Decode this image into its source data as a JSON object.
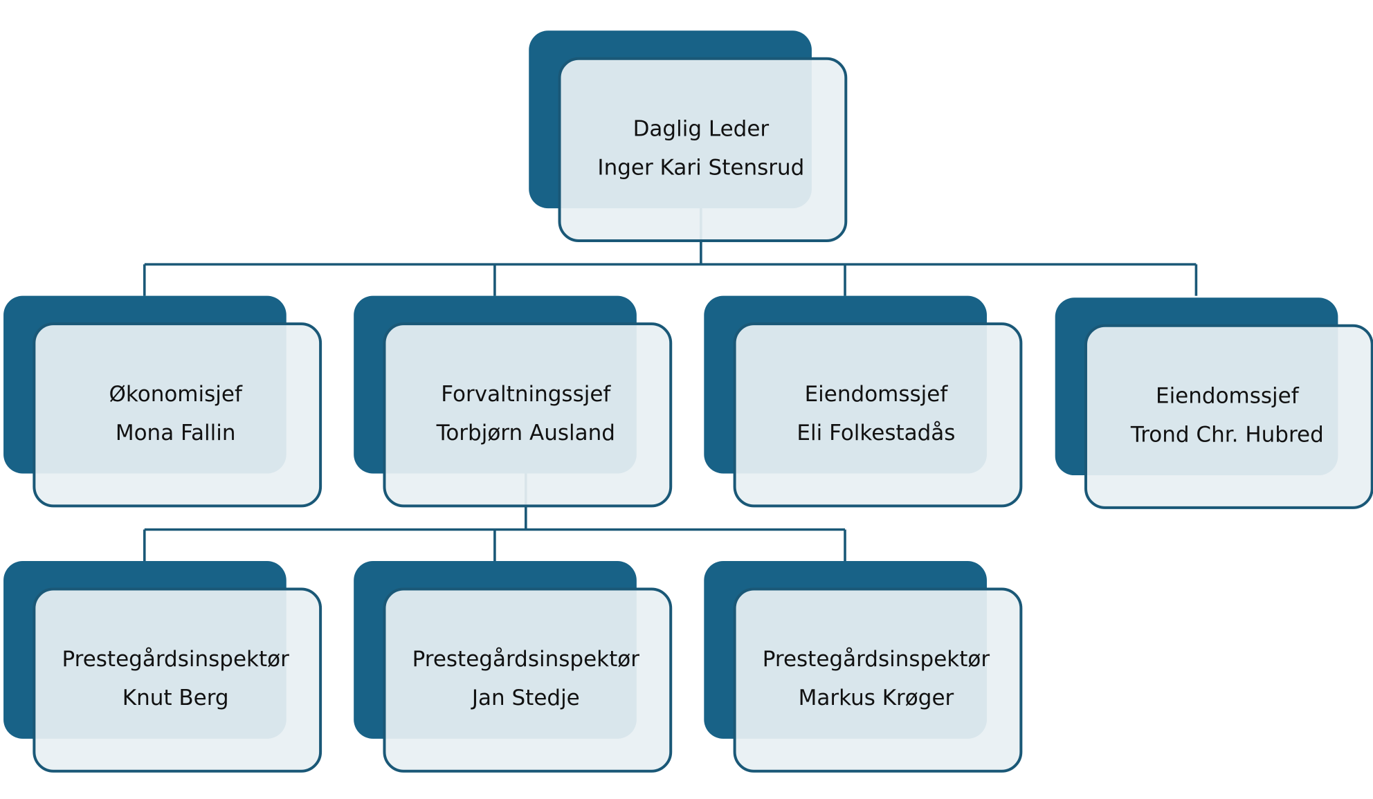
{
  "colors": {
    "dark": "#186287",
    "light": "#e8f0f3",
    "stroke": "#1a5877",
    "text": "#111111",
    "background": "#ffffff"
  },
  "nodes": [
    {
      "id": "leader",
      "role": "Daglig  Leder",
      "name": "Inger Kari Stensrud"
    },
    {
      "id": "economy",
      "role": "Økonomisjef",
      "name": "Mona Fallin"
    },
    {
      "id": "management",
      "role": "Forvaltningssjef",
      "name": "Torbjørn Ausland"
    },
    {
      "id": "property-1",
      "role": "Eiendomssjef",
      "name": "Eli Folkestadås"
    },
    {
      "id": "property-2",
      "role": "Eiendomssjef",
      "name": "Trond Chr. Hubred"
    },
    {
      "id": "inspector-1",
      "role": "Prestegårdsinspektør",
      "name": "Knut Berg"
    },
    {
      "id": "inspector-2",
      "role": "Prestegårdsinspektør",
      "name": "Jan Stedje"
    },
    {
      "id": "inspector-3",
      "role": "Prestegårdsinspektør",
      "name": "Markus Krøger"
    }
  ],
  "edges": [
    {
      "from": "leader",
      "to": "economy"
    },
    {
      "from": "leader",
      "to": "management"
    },
    {
      "from": "leader",
      "to": "property-1"
    },
    {
      "from": "leader",
      "to": "property-2"
    },
    {
      "from": "management",
      "to": "inspector-1"
    },
    {
      "from": "management",
      "to": "inspector-2"
    },
    {
      "from": "management",
      "to": "inspector-3"
    }
  ]
}
